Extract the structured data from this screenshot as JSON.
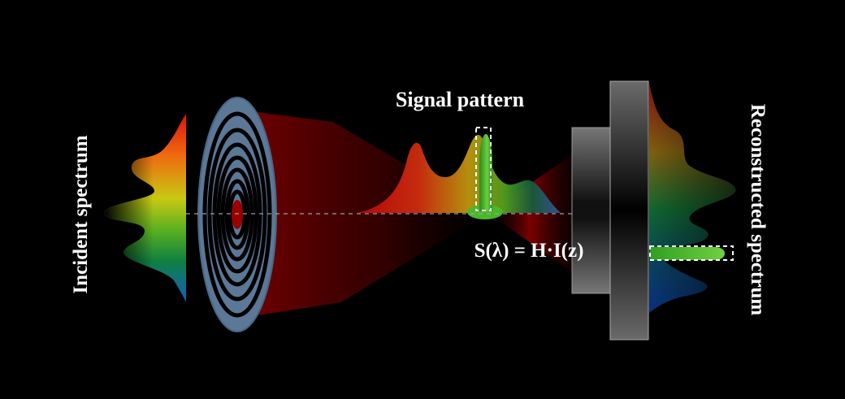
{
  "labels": {
    "incident": "Incident spectrum",
    "signal": "Signal pattern",
    "equation": "S(λ) = H·I(z)",
    "reconstructed": "Reconstructed spectrum"
  },
  "colors": {
    "background": "#000000",
    "lens_fill": "#5b7896",
    "beam": "#b00000",
    "highlight_green": "#4fc02a",
    "dashed_box": "#ffffff",
    "detector_gray": "#8c8c8c"
  }
}
